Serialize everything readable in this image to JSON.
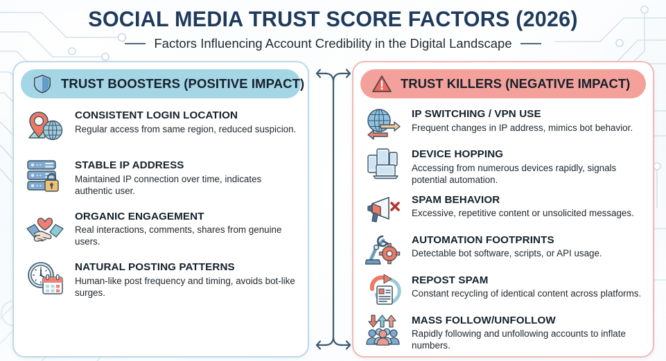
{
  "header": {
    "title": "SOCIAL MEDIA TRUST SCORE FACTORS (2026)",
    "subtitle": "Factors Influencing Account Credibility in the Digital Landscape"
  },
  "colors": {
    "title": "#1e3a5c",
    "positive_header_bg": "#a5d6e6",
    "negative_header_bg": "#f4a19b",
    "positive_border": "#bcd9e8",
    "negative_border": "#f0b9b3",
    "connector": "#3b5a70"
  },
  "panels": {
    "positive": {
      "icon": "shield-icon",
      "title": "TRUST BOOSTERS (POSITIVE IMPACT)",
      "items": [
        {
          "icon": "location-pin-globe-icon",
          "title": "CONSISTENT LOGIN LOCATION",
          "desc": "Regular access from same region, reduced suspicion."
        },
        {
          "icon": "server-lock-icon",
          "title": "STABLE IP ADDRESS",
          "desc": "Maintained IP connection over time, indicates authentic user."
        },
        {
          "icon": "handshake-heart-icon",
          "title": "ORGANIC ENGAGEMENT",
          "desc": "Real interactions, comments, shares from genuine users."
        },
        {
          "icon": "clock-calendar-icon",
          "title": "NATURAL POSTING PATTERNS",
          "desc": "Human-like post frequency and timing, avoids bot-like surges."
        }
      ]
    },
    "negative": {
      "icon": "warning-triangle-icon",
      "title": "TRUST KILLERS (NEGATIVE IMPACT)",
      "items": [
        {
          "icon": "globe-arrows-icon",
          "title": "IP SWITCHING / VPN USE",
          "desc": "Frequent changes in IP address, mimics bot behavior."
        },
        {
          "icon": "multi-device-icon",
          "title": "DEVICE HOPPING",
          "desc": "Accessing from numerous devices rapidly, signals potential automation."
        },
        {
          "icon": "megaphone-x-icon",
          "title": "SPAM BEHAVIOR",
          "desc": "Excessive, repetitive content or unsolicited messages."
        },
        {
          "icon": "robot-arm-gear-icon",
          "title": "AUTOMATION FOOTPRINTS",
          "desc": "Detectable bot software, scripts, or API usage."
        },
        {
          "icon": "repost-arrow-document-icon",
          "title": "REPOST SPAM",
          "desc": "Constant recycling of identical content across platforms."
        },
        {
          "icon": "follow-unfollow-users-icon",
          "title": "MASS FOLLOW/UNFOLLOW",
          "desc": "Rapidly following and unfollowing accounts to inflate numbers."
        }
      ]
    }
  },
  "connector": {
    "name": "comparison-connector",
    "top_arrow": "double-arrow-icon",
    "bottom_arrow": "double-arrow-icon"
  }
}
